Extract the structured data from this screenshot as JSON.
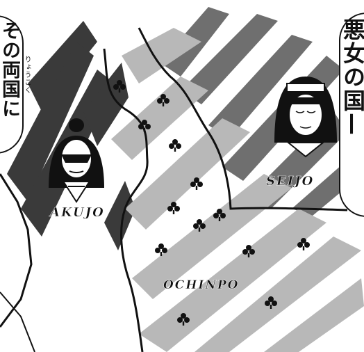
{
  "left_bubble": {
    "text": "その両国に",
    "ruby": "りょうこく"
  },
  "right_caption": {
    "text": "悪女の国—"
  },
  "map_labels": {
    "akujo": "AKUJO",
    "seijo": "SEIJO",
    "ochinpo": "OCHINPO"
  },
  "icons": {
    "tree": "tree-icon"
  },
  "colors": {
    "ink": "#111111",
    "shade_dark": "#3a3a3a",
    "shade_mid": "#888888",
    "shade_light": "#b8b8b8",
    "paper": "#ffffff"
  }
}
